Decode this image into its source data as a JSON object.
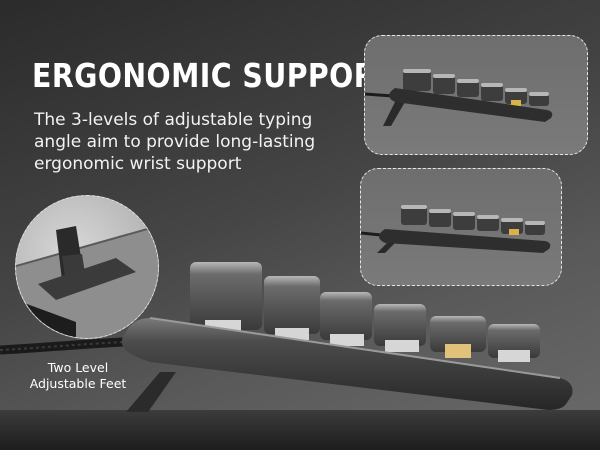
{
  "headline": "ERGONOMIC SUPPORT",
  "description_lines": [
    "The 3-levels of adjustable typing",
    "angle aim to provide long-lasting",
    "ergonomic wrist support"
  ],
  "callout_lines": [
    "Two Level",
    "Adjustable Feet"
  ],
  "colors": {
    "keycap": "#4a4a4a",
    "keycap_top": "#a8a8a8",
    "chassis": "#3a3a3a",
    "switch_accent": "#d9b24a"
  },
  "icons": [
    "keyboard-side-view",
    "adjustable-foot"
  ]
}
